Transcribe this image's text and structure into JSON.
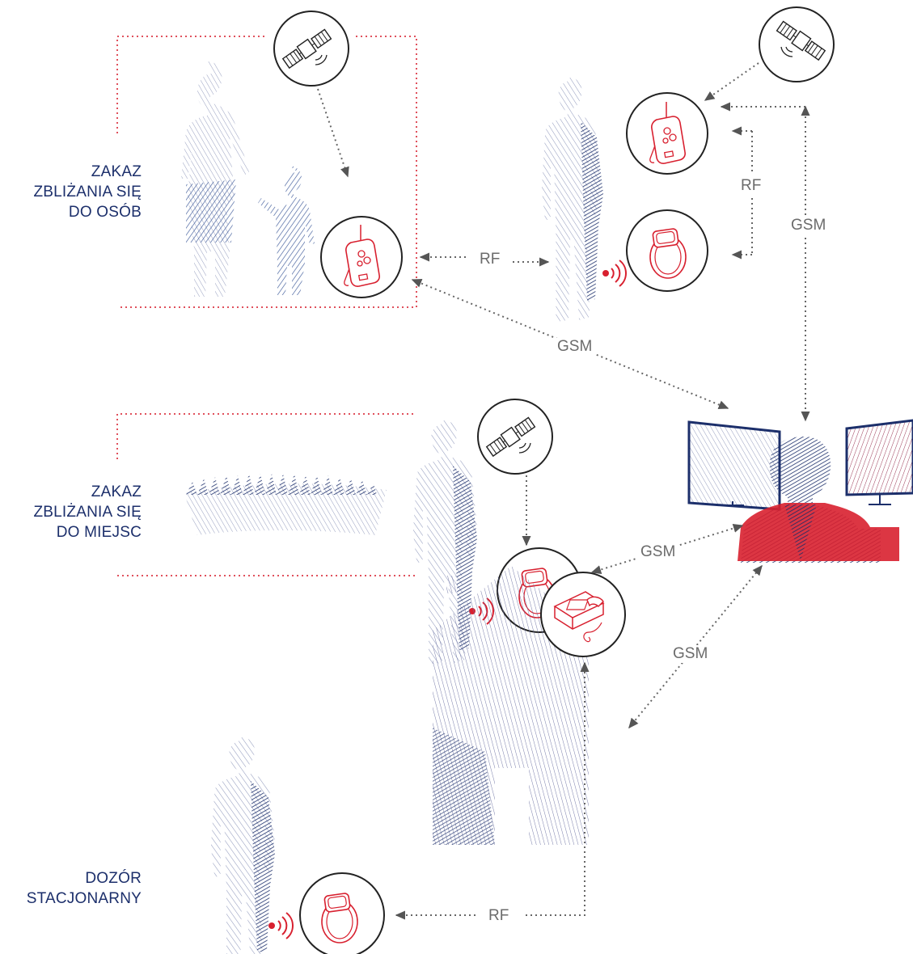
{
  "colors": {
    "navy": "#1c2f6b",
    "blue": "#2a5aa8",
    "red": "#d8202f",
    "redLine": "#e0505c",
    "grey": "#7a7a7a"
  },
  "categories": {
    "osoby": [
      "ZAKAZ",
      "ZBLIŻANIA SIĘ",
      "DO OSÓB"
    ],
    "miejsca": [
      "ZAKAZ",
      "ZBLIŻANIA SIĘ",
      "DO MIEJSC"
    ],
    "stacjonarny": [
      "DOZÓR",
      "STACJONARNY"
    ]
  },
  "links": {
    "rf_top": "RF",
    "rf_vertical": "RF",
    "gsm_right": "GSM",
    "gsm_diag": "GSM",
    "gsm_mid": "GSM",
    "gsm_lower": "GSM",
    "rf_bottom": "RF"
  },
  "icons": [
    "satellite-icon",
    "mobile-tracker-icon",
    "wrist-band-icon",
    "base-station-icon",
    "house-icon",
    "stadium-icon",
    "monitoring-operator-icon",
    "monitor-icon",
    "person-silhouette-icon"
  ]
}
